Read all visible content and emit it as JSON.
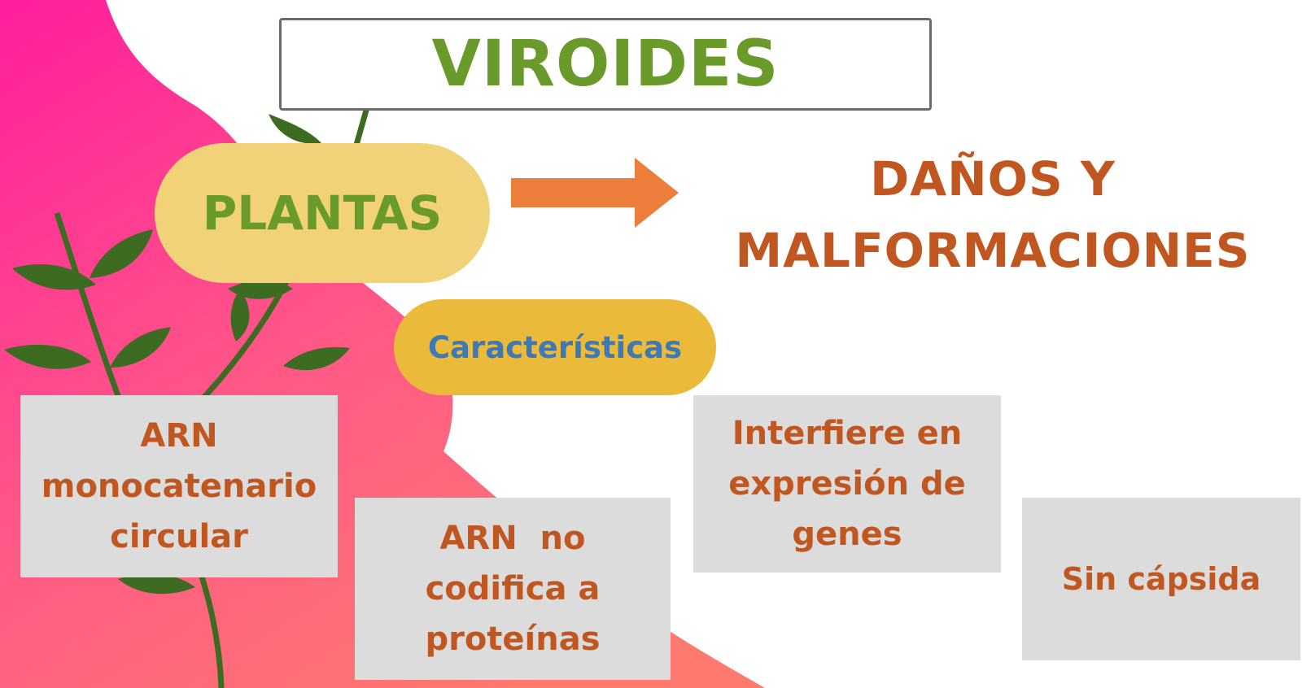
{
  "title": "VIROIDES",
  "host": "PLANTAS",
  "effect": {
    "lines": [
      "DAÑOS Y",
      "MALFORMACIONES"
    ]
  },
  "characteristics_label": "Características",
  "cards": [
    {
      "lines": [
        "ARN",
        "monocatenario",
        "circular"
      ]
    },
    {
      "lines": [
        "ARN  no",
        "codifica a",
        "proteínas"
      ]
    },
    {
      "lines": [
        "Interfiere en",
        "expresión de",
        "genes"
      ]
    },
    {
      "lines": [
        "Sin cápsida"
      ]
    }
  ],
  "colors": {
    "title_green": "#6a9a2a",
    "orange_text": "#c05721",
    "arrow_orange": "#ed7d3a",
    "pill_light_yellow": "#f2d278",
    "pill_gold": "#ecba3a",
    "blue_text": "#3e79b4",
    "card_gray": "#dcdcdc",
    "leaf_green": "#3d6b22",
    "magenta": "#ff1e9e",
    "salmon": "#ff7070"
  },
  "icons": [
    "arrow-right-icon",
    "plant-illustration"
  ]
}
